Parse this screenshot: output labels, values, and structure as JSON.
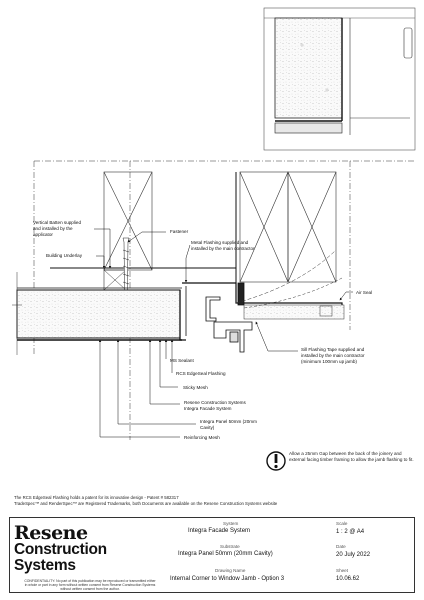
{
  "labels": {
    "vertical_batten": [
      "Vertical Batten supplied",
      "and installed by the",
      "applicator"
    ],
    "fastener": "Fastener",
    "metal_flashing": [
      "Metal Flashing supplied and",
      "installed by the main contractor"
    ],
    "building_underlay": "Building Underlay",
    "air_seal": "Air Seal",
    "ms_sealant": "MS Sealant",
    "edgeseal_flashing": "RCS EdgeSeal Flashing",
    "sill_flashing_tape": [
      "Sill Flashing Tape supplied and",
      "installed by the main contractor",
      "(minimum 100mm up jamb)"
    ],
    "sticky_mesh": "Sticky Mesh",
    "resene_system": [
      "Resene Construction Systems",
      "Integra Facade System"
    ],
    "integra_panel": [
      "Integra Panel 50mm (20mm",
      "Cavity)"
    ],
    "reinforcing_mesh": "Reinforcing Mesh"
  },
  "gap_note": "Allow a 25mm Gap between the back of the joinery and external facing timber framing to allow the jamb flashing to fit.",
  "footnotes": [
    "The RCS EdgeSeal Flashing holds a patent for its innovative design - Patent # 582317",
    "TradeSpec™ and RenderSpec™ are Registered Trademarks, both Documents are available on the Resene Construction Systems website"
  ],
  "title_block": {
    "logo_name": "Resene",
    "logo_sub": "Construction Systems",
    "confidentiality": "CONFIDENTIALITY: No part of this publication may be reproduced or transmitted either in whole or part in any form without written consent from Resene Construction Systems without written consent from the author.",
    "system_label": "System",
    "system_value": "Integra Facade System",
    "substrate_label": "Substrate",
    "substrate_value": "Integra Panel 50mm (20mm Cavity)",
    "drawing_name_label": "Drawing Name",
    "drawing_name_value": "Internal Corner to Window Jamb - Option 3",
    "scale_label": "Scale",
    "scale_value": "1 : 2 @ A4",
    "date_label": "Date",
    "date_value": "20 July 2022",
    "sheet_label": "Sheet",
    "sheet_value": "10.06.62"
  }
}
